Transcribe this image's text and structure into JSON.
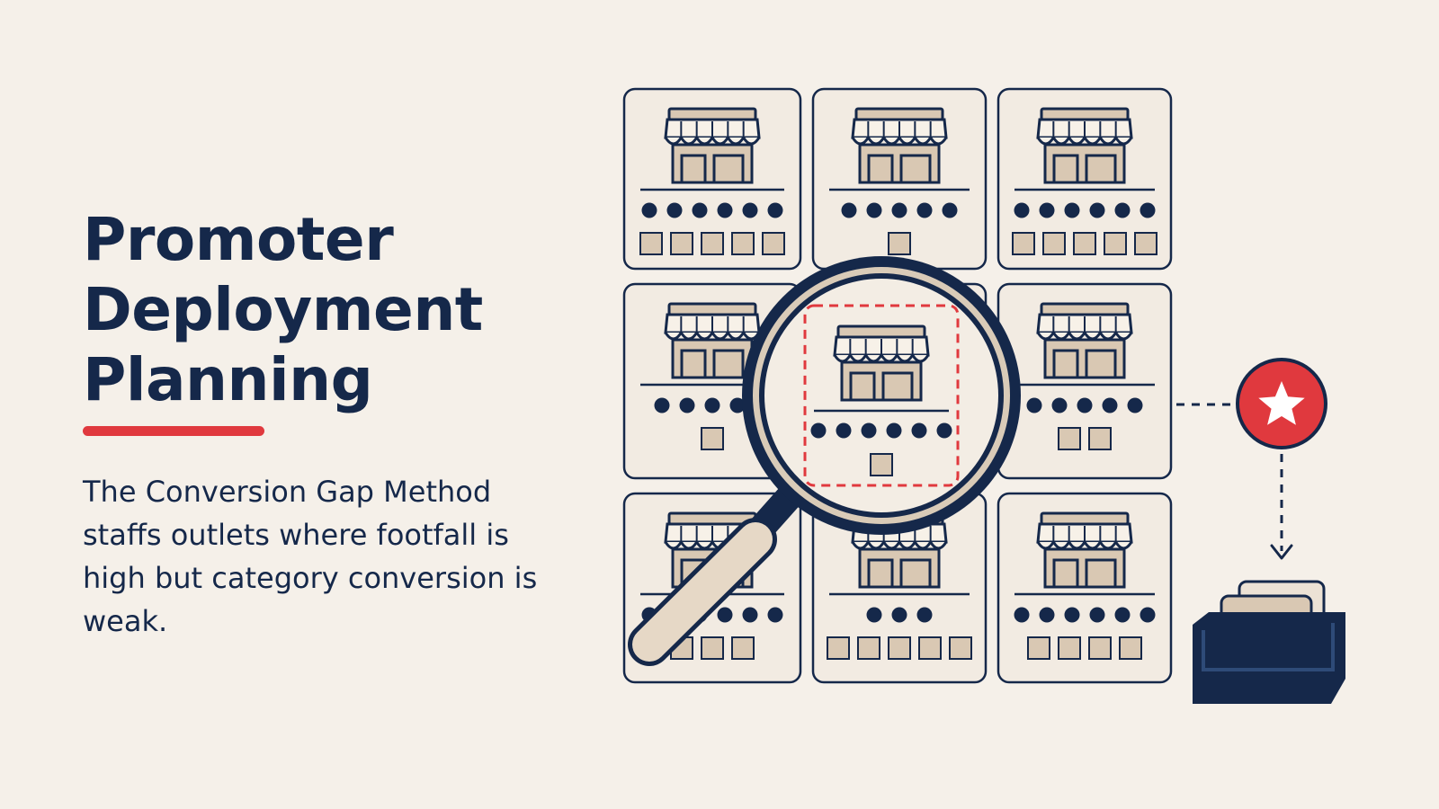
{
  "title": {
    "line1": "Promoter",
    "line2": "Deployment",
    "line3": "Planning"
  },
  "description": "The Conversion Gap Method staffs outlets where footfall is high but category conversion is weak.",
  "colors": {
    "background": "#f5f0e9",
    "navy": "#15284a",
    "accent": "#e0393e",
    "store_fill": "#d9c8b3",
    "card_fill": "#f2ebe2"
  },
  "icons": {
    "store": "storefront-icon",
    "magnifier": "magnifying-glass-icon",
    "star": "star-badge-icon",
    "tray": "inbox-tray-icon"
  }
}
